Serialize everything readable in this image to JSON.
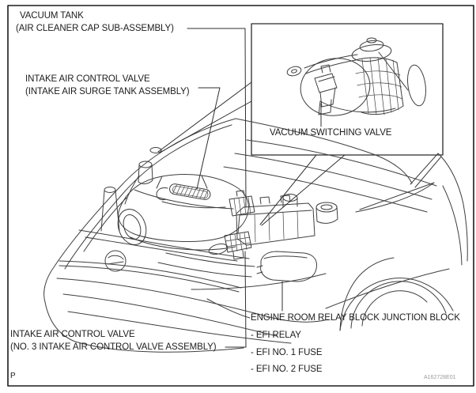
{
  "figure": {
    "type": "service-manual component location diagram",
    "page_marker": "P",
    "drawing_code": "A162728E01",
    "colors": {
      "background": "#ffffff",
      "frame": "#1c1c1c",
      "drawing_line": "#3f3f3f",
      "text": "#1c1c1c",
      "code_text": "#9a9aa0"
    },
    "callouts": {
      "vacuum_tank": {
        "line1": "VACUUM TANK",
        "line2": "(AIR CLEANER CAP SUB-ASSEMBLY)"
      },
      "intake_air_control_valve_upper": {
        "line1": "INTAKE AIR CONTROL VALVE",
        "line2": "(INTAKE AIR SURGE TANK ASSEMBLY)"
      },
      "vacuum_switching_valve": {
        "label": "VACUUM SWITCHING VALVE"
      },
      "intake_air_control_valve_lower": {
        "line1": "INTAKE AIR CONTROL VALVE",
        "line2": "(NO. 3 INTAKE AIR CONTROL VALVE ASSEMBLY)"
      },
      "engine_room_relay_block": {
        "label": "ENGINE ROOM RELAY BLOCK JUNCTION BLOCK",
        "items": [
          "- EFI RELAY",
          "- EFI NO. 1 FUSE",
          "- EFI NO. 2 FUSE"
        ]
      }
    }
  }
}
